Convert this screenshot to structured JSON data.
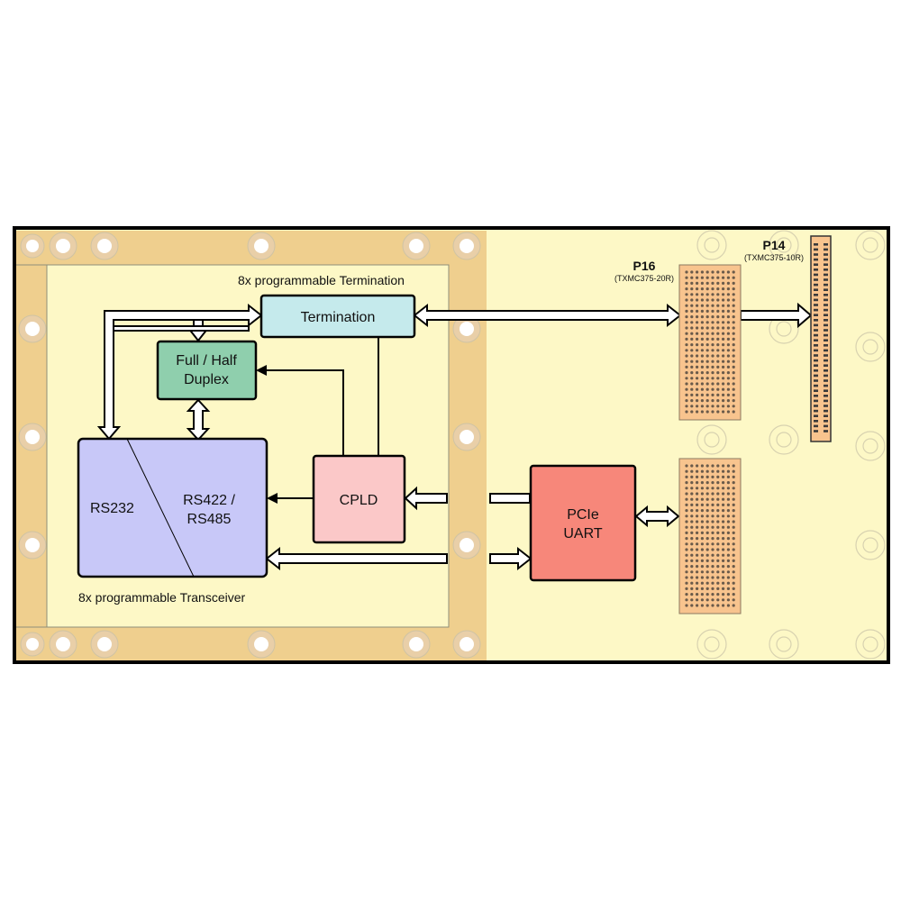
{
  "labels": {
    "termination_area": "8x programmable Termination",
    "transceiver_area": "8x programmable Transceiver"
  },
  "blocks": {
    "termination": "Termination",
    "duplex_line1": "Full / Half",
    "duplex_line2": "Duplex",
    "rs232": "RS232",
    "rs422_line1": "RS422 /",
    "rs422_line2": "RS485",
    "cpld": "CPLD",
    "pcie_line1": "PCIe",
    "pcie_line2": "UART"
  },
  "connectors": {
    "p16_name": "P16",
    "p16_part": "(TXMC375-20R)",
    "p14_name": "P14",
    "p14_part": "(TXMC375-10R)"
  },
  "colors": {
    "board": "#fdf8c6",
    "frame": "#efcf8e",
    "termination": "#c5eaec",
    "duplex": "#8fcfad",
    "transceiver": "#c8c8f8",
    "cpld": "#fbc8c8",
    "pcie": "#f7877a",
    "connector": "#f8c48e",
    "hole_ring": "#e9cfa8"
  }
}
